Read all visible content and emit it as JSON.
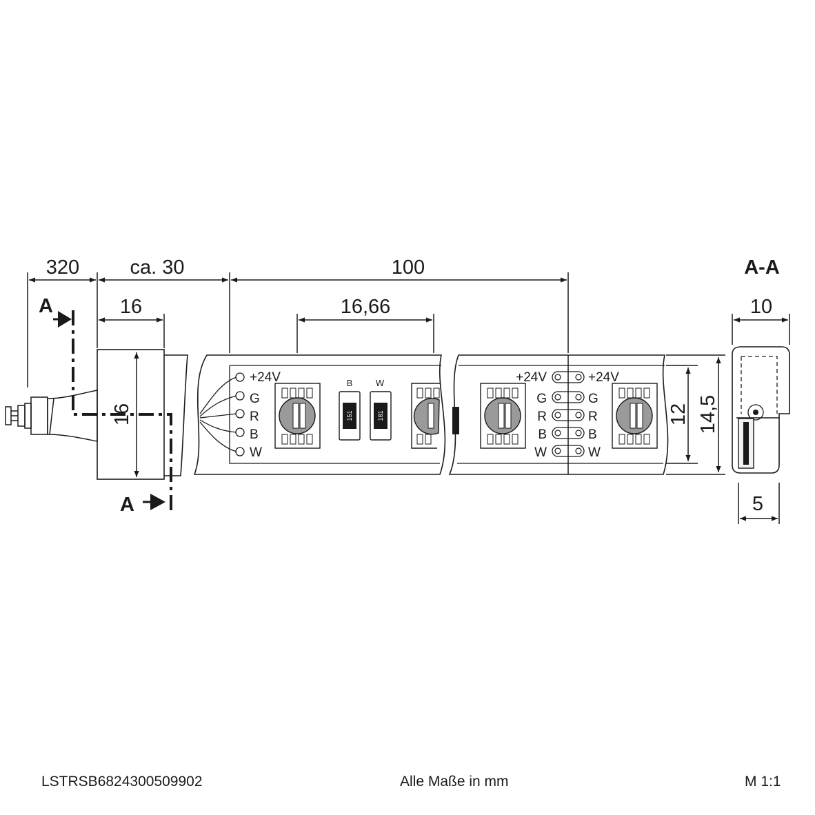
{
  "dimensions": {
    "cable_length": "320",
    "connector_length": "ca. 30",
    "housing_width": "16",
    "housing_height": "16",
    "led_pitch": "16,66",
    "cut_length": "100",
    "strip_width": "12",
    "total_height": "14,5",
    "section_width": "10",
    "section_depth": "5"
  },
  "section": {
    "marker": "A",
    "title": "A-A"
  },
  "pins": {
    "supply": "+24V",
    "green": "G",
    "red": "R",
    "blue": "B",
    "white": "W"
  },
  "components": {
    "label_b": "B",
    "label_w": "W",
    "resistor_1": "151",
    "resistor_2": "181"
  },
  "footer": {
    "article_number": "LSTRSB6824300509902",
    "units_note": "Alle Maße in mm",
    "scale": "M 1:1"
  },
  "colors": {
    "line": "#1a1a1a",
    "led_fill": "#9a9a9a",
    "cable_fill": "#f2f2f2"
  }
}
